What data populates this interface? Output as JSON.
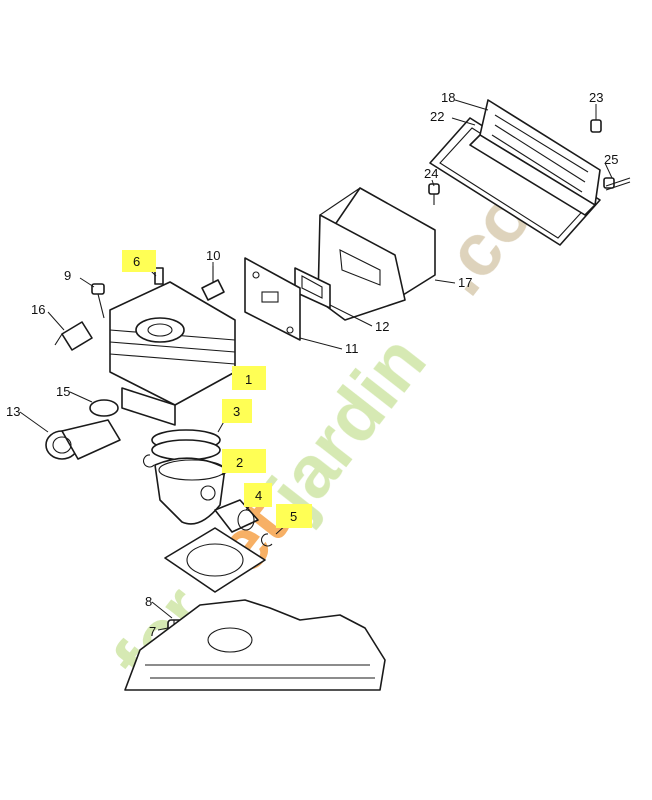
{
  "callouts": [
    {
      "id": "1",
      "text": "1",
      "highlighted": true
    },
    {
      "id": "2",
      "text": "2",
      "highlighted": true
    },
    {
      "id": "3",
      "text": "3",
      "highlighted": true
    },
    {
      "id": "4",
      "text": "4",
      "highlighted": true
    },
    {
      "id": "5",
      "text": "5",
      "highlighted": true
    },
    {
      "id": "6",
      "text": "6",
      "highlighted": true
    },
    {
      "id": "7",
      "text": "7",
      "highlighted": false
    },
    {
      "id": "8",
      "text": "8",
      "highlighted": false
    },
    {
      "id": "9",
      "text": "9",
      "highlighted": false
    },
    {
      "id": "10",
      "text": "10",
      "highlighted": false
    },
    {
      "id": "11",
      "text": "11",
      "highlighted": false
    },
    {
      "id": "12",
      "text": "12",
      "highlighted": false
    },
    {
      "id": "13",
      "text": "13",
      "highlighted": false
    },
    {
      "id": "15",
      "text": "15",
      "highlighted": false
    },
    {
      "id": "16",
      "text": "16",
      "highlighted": false
    },
    {
      "id": "17",
      "text": "17",
      "highlighted": false
    },
    {
      "id": "18",
      "text": "18",
      "highlighted": false
    },
    {
      "id": "22",
      "text": "22",
      "highlighted": false
    },
    {
      "id": "23",
      "text": "23",
      "highlighted": false
    },
    {
      "id": "24",
      "text": "24",
      "highlighted": false
    },
    {
      "id": "25",
      "text": "25",
      "highlighted": false
    }
  ],
  "watermark": {
    "text": "foretjardin.com",
    "part1": "for",
    "part2": "et",
    "part3": "jardin",
    "part4": ".com",
    "color_green": "#cfe6a6",
    "color_orange": "#f6a24a",
    "color_tan": "#d8cbb0"
  },
  "colors": {
    "highlight": "#ffff55",
    "line": "#1a1a1a"
  }
}
